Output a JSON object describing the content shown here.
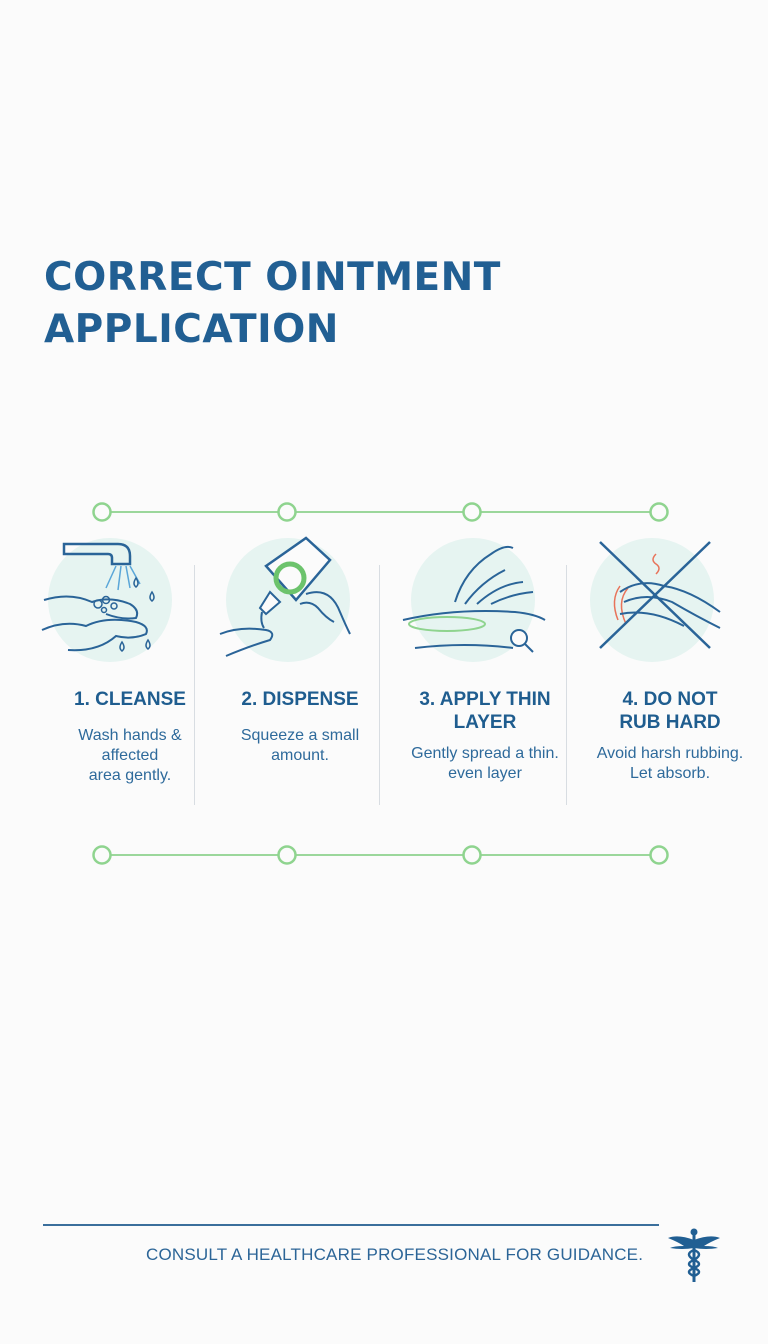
{
  "title": {
    "line1": "CORRECT OINTMENT",
    "line2": "APPLICATION"
  },
  "steps": [
    {
      "title_line1": "1. CLEANSE",
      "title_line2": "",
      "desc_line1": "Wash hands &",
      "desc_line2": "affected",
      "desc_line3": "area gently.",
      "icon": "hand-washing-icon"
    },
    {
      "title_line1": "2. DISPENSE",
      "title_line2": "",
      "desc_line1": "Squeeze a small",
      "desc_line2": "amount.",
      "desc_line3": "",
      "icon": "ointment-tube-icon"
    },
    {
      "title_line1": "3. APPLY THIN",
      "title_line2": "LAYER",
      "desc_line1": "Gently spread a thin.",
      "desc_line2": "even layer",
      "desc_line3": "",
      "icon": "spreading-hand-icon"
    },
    {
      "title_line1": "4. DO NOT",
      "title_line2": "RUB HARD",
      "desc_line1": "Avoid harsh rubbing.",
      "desc_line2": "Let absorb.",
      "desc_line3": "",
      "icon": "no-rubbing-icon"
    }
  ],
  "footer": {
    "text": "CONSULT A HEALTHCARE PROFESSIONAL FOR GUIDANCE.",
    "icon": "caduceus-icon"
  },
  "colors": {
    "primary": "#215f93",
    "accent_green": "#8fd48f",
    "circle_bg": "#e6f4f1",
    "warning": "#e8735a"
  }
}
